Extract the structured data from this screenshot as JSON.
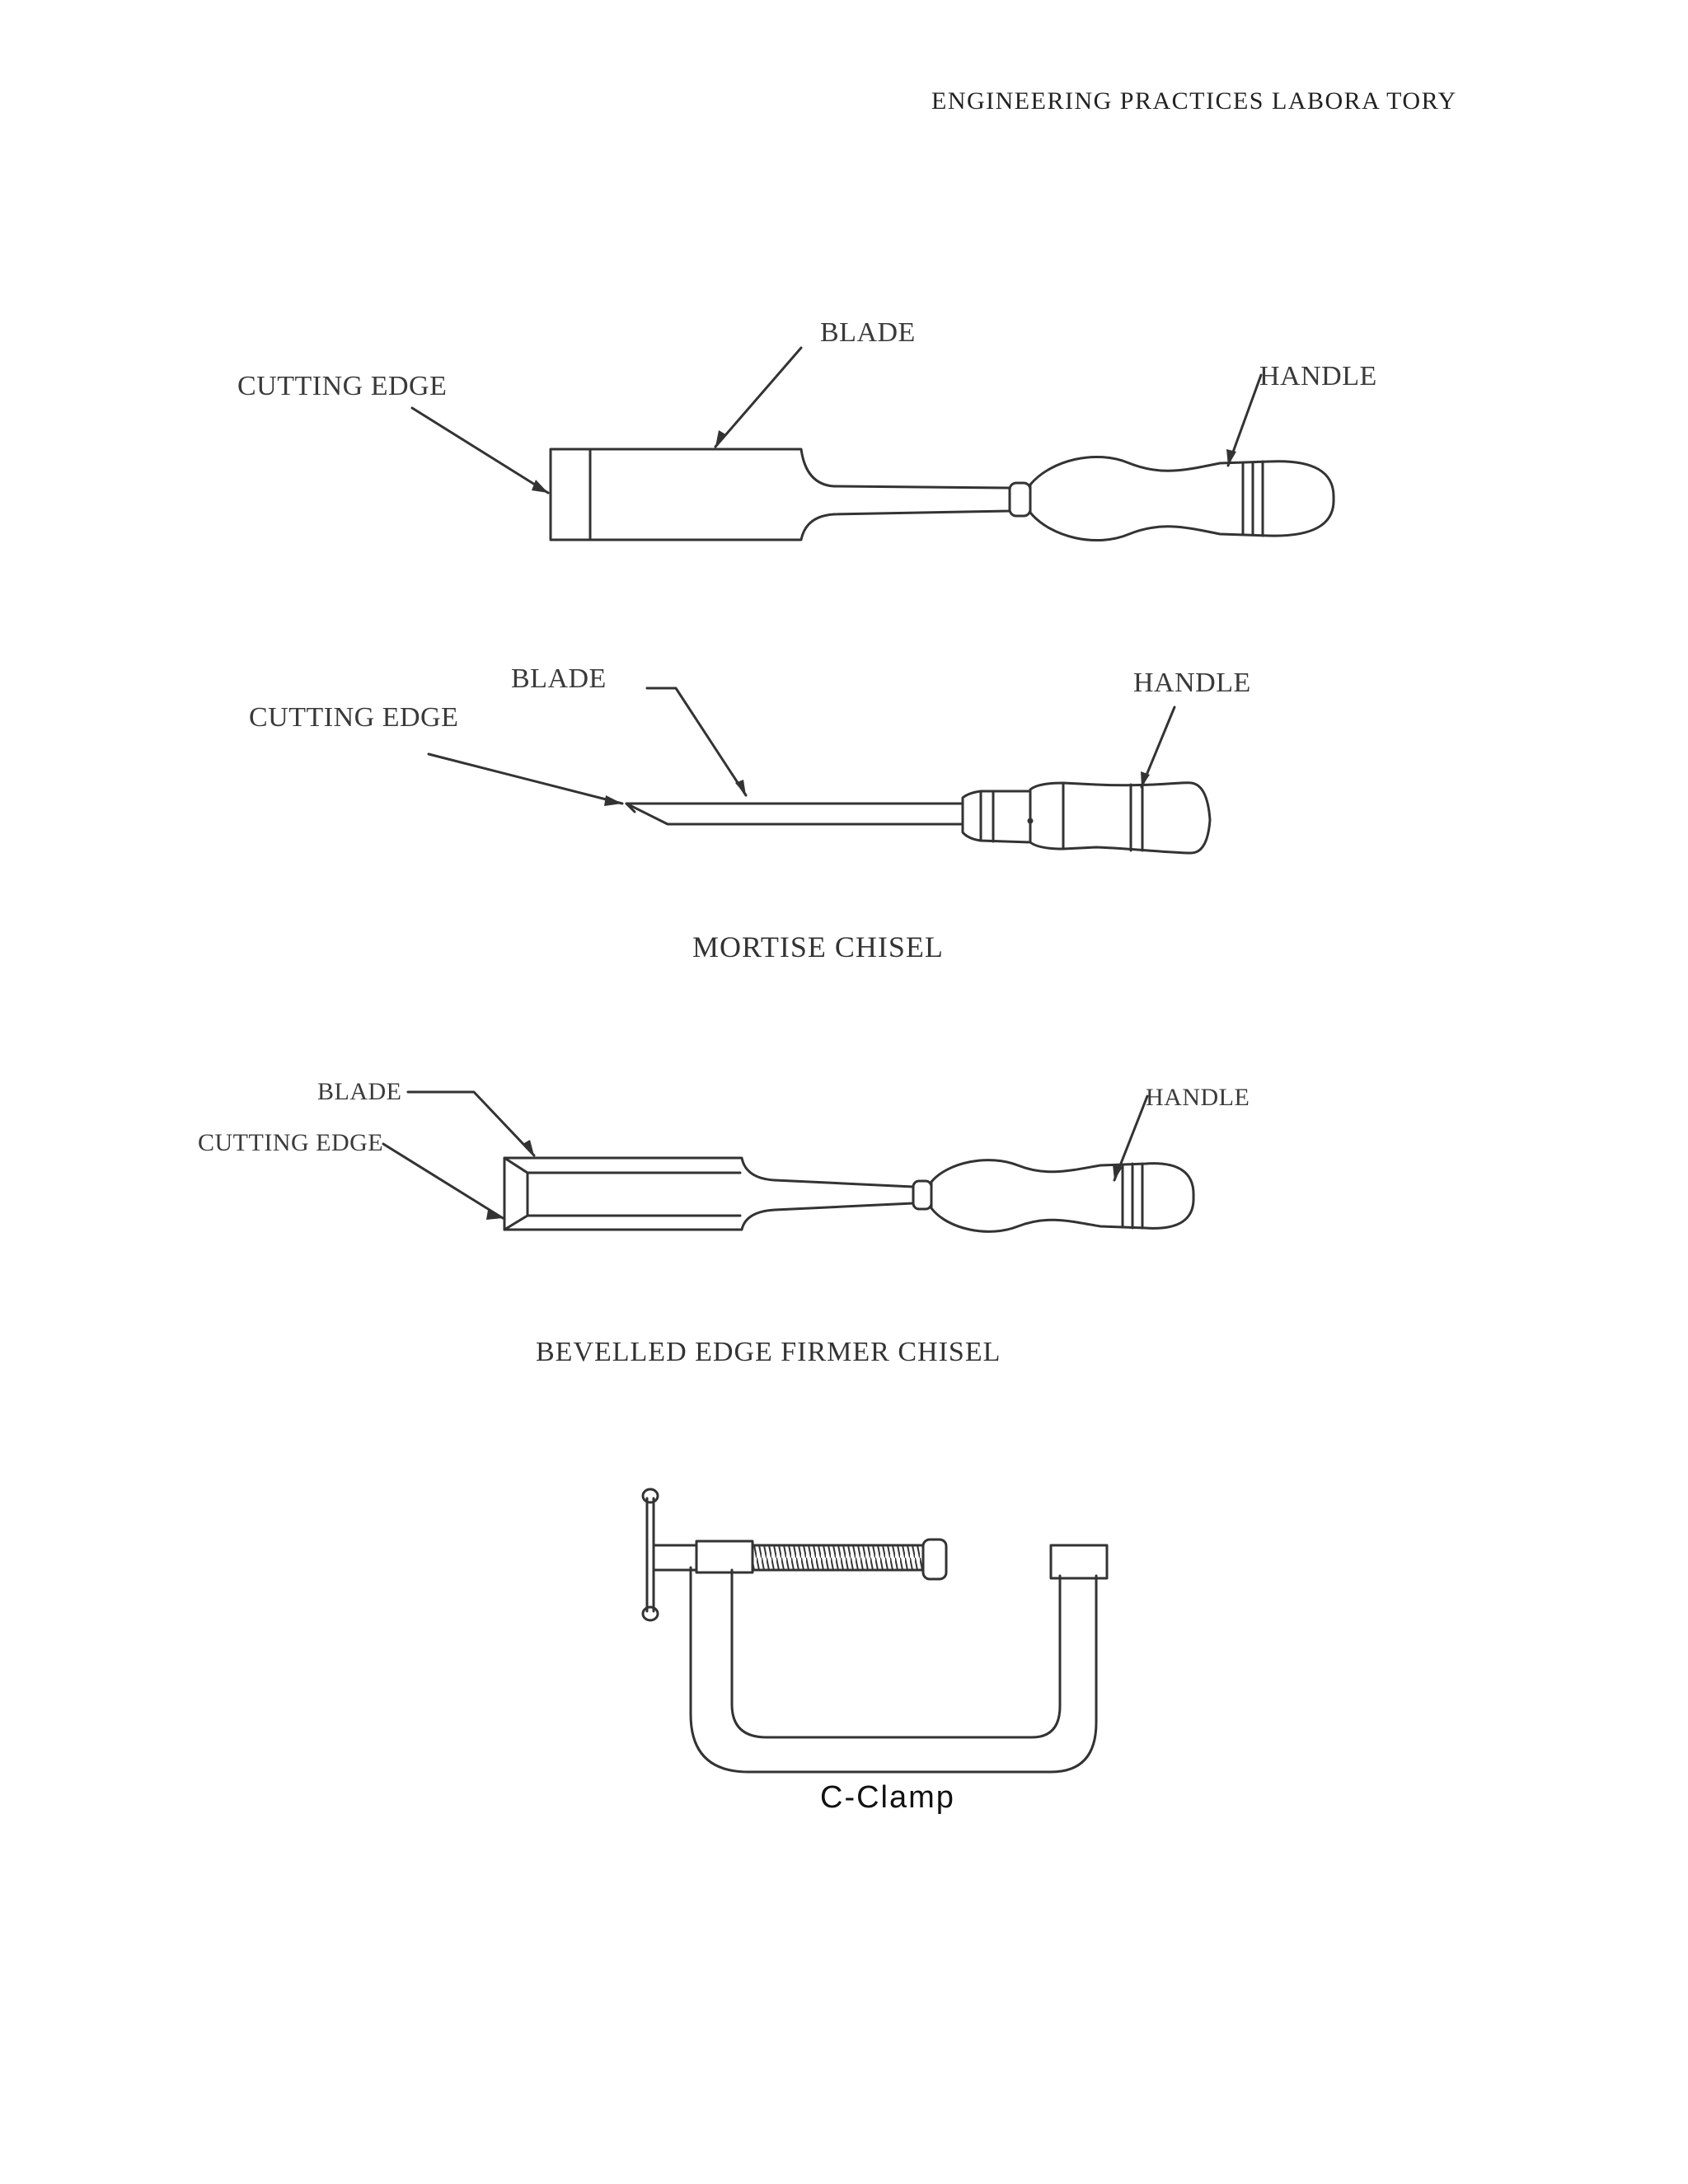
{
  "header": {
    "title": "ENGINEERING   PRACTICES  LABORA TORY"
  },
  "figures": {
    "firmer_chisel": {
      "labels": {
        "blade": "BLADE",
        "cutting_edge": "CUTTING EDGE",
        "handle": "HANDLE"
      }
    },
    "mortise_chisel": {
      "labels": {
        "blade": "BLADE",
        "cutting_edge": "CUTTING EDGE",
        "handle": "HANDLE"
      },
      "caption": "MORTISE CHISEL"
    },
    "bevelled_chisel": {
      "labels": {
        "blade": "BLADE",
        "cutting_edge": "CUTTING EDGE",
        "handle": "HANDLE"
      },
      "caption": "BEVELLED EDGE FIRMER CHISEL"
    },
    "c_clamp": {
      "caption": "C-Clamp"
    }
  },
  "colors": {
    "line": "#333333",
    "text": "#2a2a2a"
  }
}
